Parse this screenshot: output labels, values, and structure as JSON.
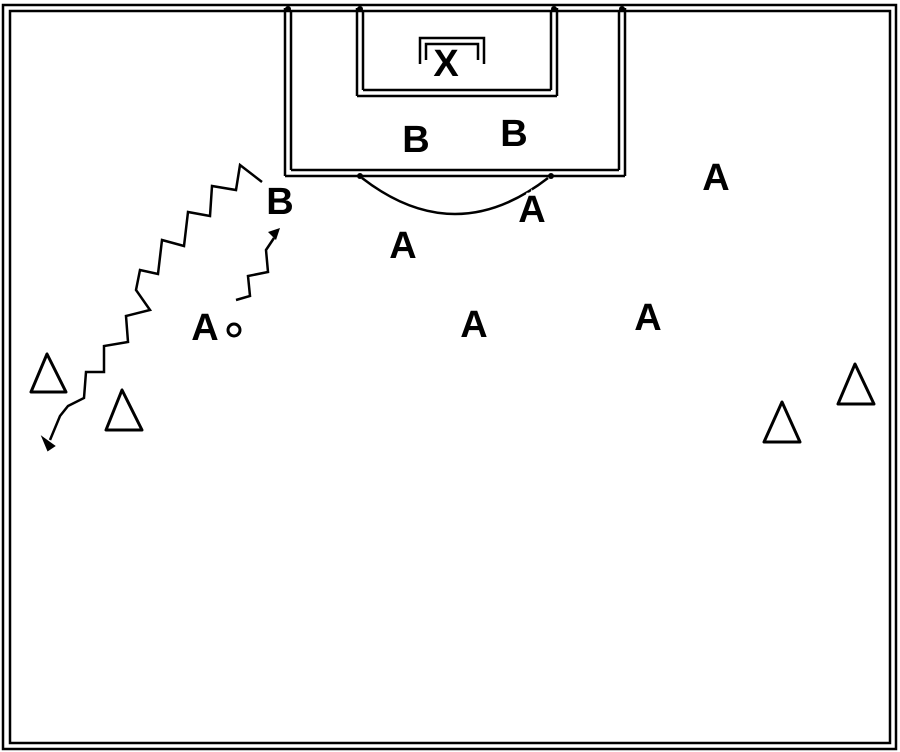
{
  "colors": {
    "line": "#000000",
    "background": "#ffffff"
  },
  "pitch": {
    "goalkeeper": {
      "label": "X"
    },
    "defenders": [
      {
        "id": "b1",
        "label": "B"
      },
      {
        "id": "b2",
        "label": "B"
      },
      {
        "id": "b3",
        "label": "B"
      }
    ],
    "attackers": [
      {
        "id": "a1",
        "label": "A"
      },
      {
        "id": "a2",
        "label": "A"
      },
      {
        "id": "a3",
        "label": "A"
      },
      {
        "id": "a4",
        "label": "A"
      },
      {
        "id": "a5",
        "label": "A"
      },
      {
        "id": "a6",
        "label": "A"
      }
    ],
    "cones": [
      {
        "id": "cone1",
        "icon": "triangle-cone-icon"
      },
      {
        "id": "cone2",
        "icon": "triangle-cone-icon"
      },
      {
        "id": "cone3",
        "icon": "triangle-cone-icon"
      },
      {
        "id": "cone4",
        "icon": "triangle-cone-icon"
      }
    ],
    "ball": {
      "icon": "ball-icon"
    }
  }
}
